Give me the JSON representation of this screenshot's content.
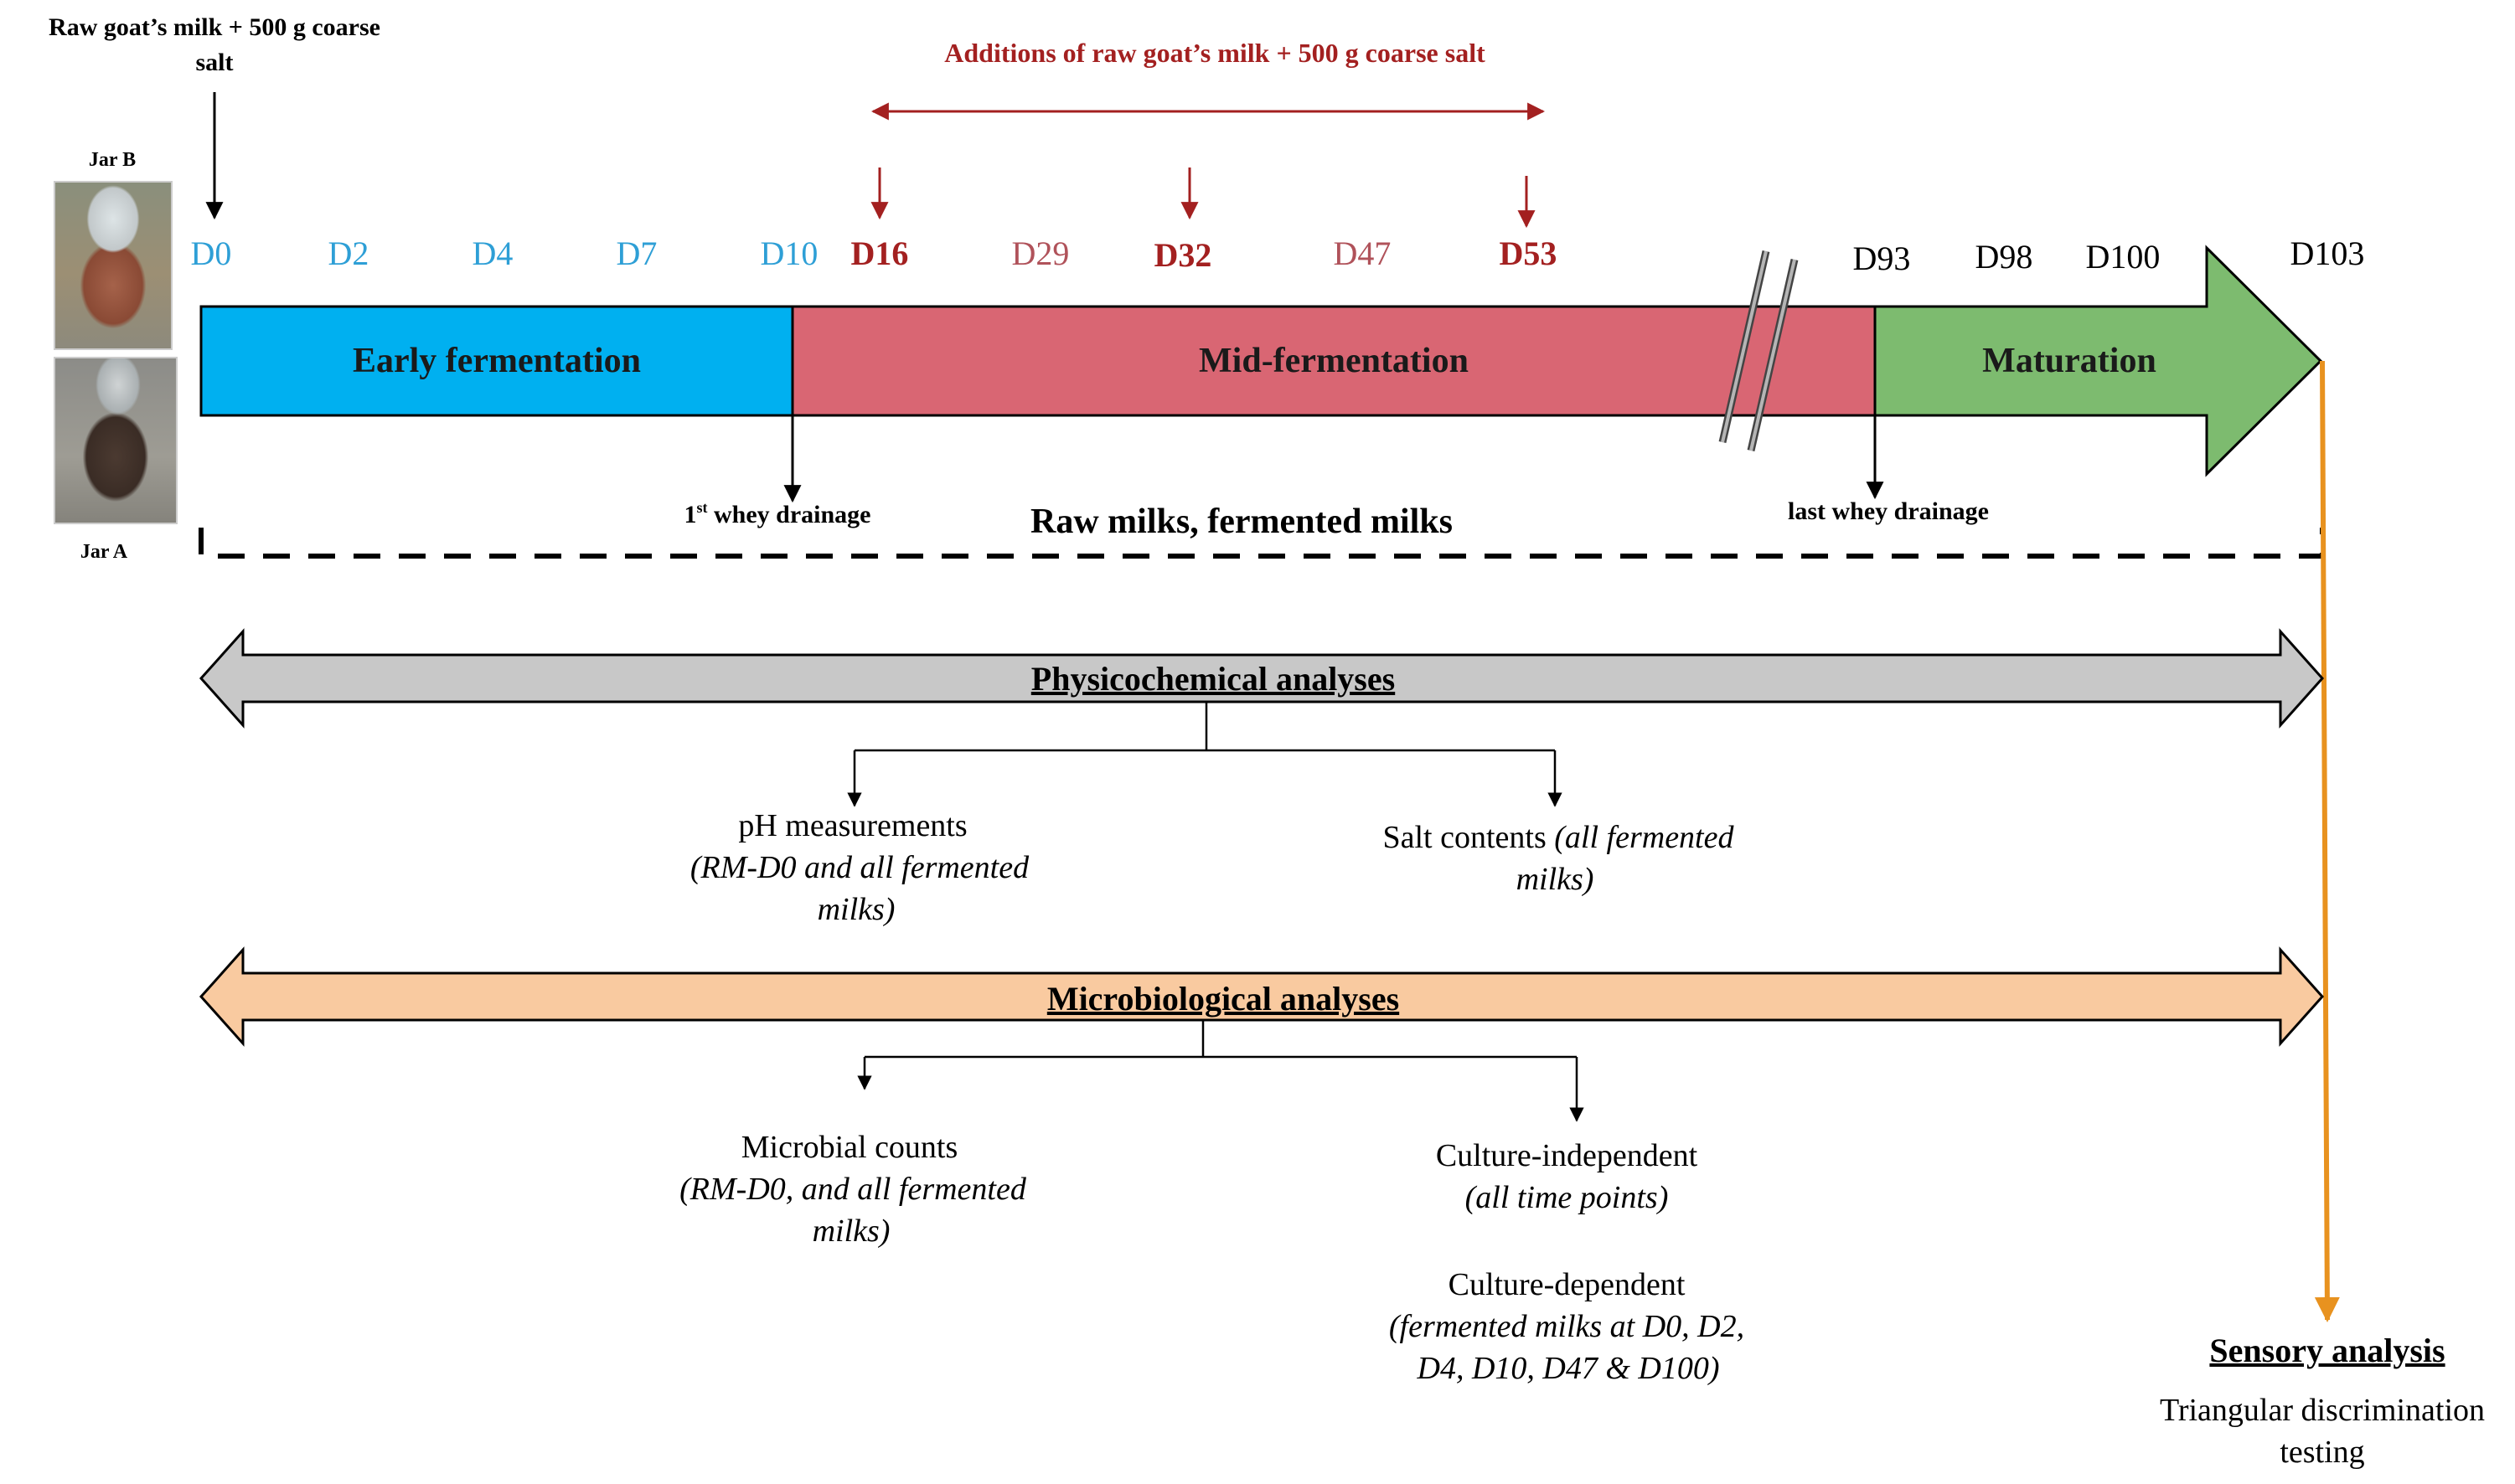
{
  "top_left_label": [
    "Raw goat’s milk + 500 g coarse",
    "salt"
  ],
  "additions_label": "Additions of raw goat’s milk + 500 g coarse salt",
  "jars": {
    "jar_b": "Jar B",
    "jar_a": "Jar A"
  },
  "days_early": [
    "D0",
    "D2",
    "D4",
    "D7",
    "D10"
  ],
  "days_mid": [
    "D16",
    "D29",
    "D32",
    "D47",
    "D53"
  ],
  "days_late": [
    "D93",
    "D98",
    "D100",
    "D103"
  ],
  "phases": {
    "early": "Early fermentation",
    "mid": "Mid-fermentation",
    "maturation": "Maturation"
  },
  "drainage": {
    "first_num": "1",
    "first_sup": "st",
    "first_rest": " whey drainage",
    "last": "last whey drainage"
  },
  "samples_label": "Raw milks, fermented milks",
  "physico": {
    "title": "Physicochemical analyses",
    "ph": [
      "pH measurements",
      "(RM-D0 and all fermented",
      "milks)"
    ],
    "salt_text": "Salt contents ",
    "salt_italic": "(all fermented",
    "salt_line2": "milks)"
  },
  "micro": {
    "title": "Microbiological analyses",
    "counts": [
      "Microbial counts",
      "(RM-D0, and all fermented",
      "milks)"
    ],
    "indep": [
      "Culture-independent",
      "(all time points)"
    ],
    "dep": [
      "Culture-dependent",
      "(fermented milks at D0, D2,",
      "D4, D10, D47 & D100)"
    ]
  },
  "sensory": {
    "title": "Sensory analysis",
    "desc": [
      "Triangular discrimination",
      "testing"
    ]
  },
  "colors": {
    "early": "#00b0f0",
    "mid": "#d96673",
    "maturation": "#7dbb6f",
    "physico_arrow": "#c8c8c8",
    "micro_arrow": "#f9caa0",
    "dark_red": "#a32020",
    "blue_text": "#2e9fd6",
    "mid_text": "#b0525a",
    "orange": "#e8921f"
  }
}
